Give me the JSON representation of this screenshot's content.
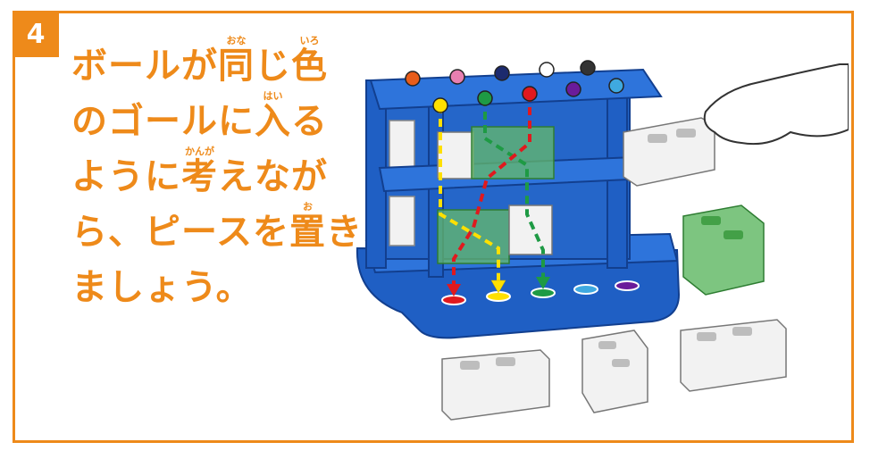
{
  "step": {
    "number": "4"
  },
  "instruction": {
    "lines": [
      [
        {
          "t": "ボールが"
        },
        {
          "t": "同",
          "rt": "おな"
        },
        {
          "t": "じ"
        },
        {
          "t": "色",
          "rt": "いろ"
        }
      ],
      [
        {
          "t": "のゴールに"
        },
        {
          "t": "入",
          "rt": "はい"
        },
        {
          "t": "る"
        }
      ],
      [
        {
          "t": "ように"
        },
        {
          "t": "考",
          "rt": "かんが"
        },
        {
          "t": "えなが"
        }
      ],
      [
        {
          "t": "ら、ピースを"
        },
        {
          "t": "置",
          "rt": "お"
        },
        {
          "t": "き"
        }
      ],
      [
        {
          "t": "ましょう。"
        }
      ]
    ]
  },
  "colors": {
    "accent": "#ee8a1a",
    "frame_blue": "#1f5fc4",
    "frame_blue_dark": "#123f8f",
    "piece_white": "#f2f2f2",
    "piece_green": "#66bb6a",
    "path_yellow": "#ffe000",
    "path_green": "#1e9a44",
    "path_red": "#e0191e"
  },
  "balls": [
    {
      "name": "orange",
      "color": "#e85d1a"
    },
    {
      "name": "pink",
      "color": "#e87fb0"
    },
    {
      "name": "navy",
      "color": "#1c2a6e"
    },
    {
      "name": "white",
      "color": "#ffffff"
    },
    {
      "name": "black",
      "color": "#333333"
    },
    {
      "name": "yellow",
      "color": "#ffe000"
    },
    {
      "name": "green",
      "color": "#1e9a44"
    },
    {
      "name": "red",
      "color": "#e0191e"
    },
    {
      "name": "purple",
      "color": "#6a1b9a"
    },
    {
      "name": "light-blue",
      "color": "#3fa9e0"
    }
  ],
  "icons": [
    "hand-icon",
    "ball-icon",
    "piece-icon",
    "goal-icon"
  ]
}
